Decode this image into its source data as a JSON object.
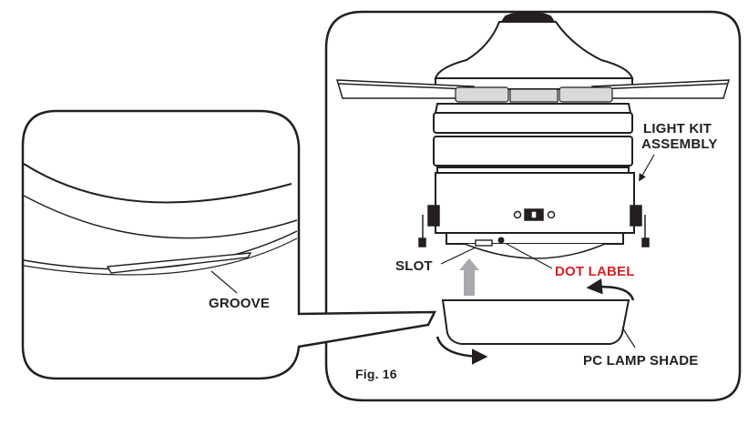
{
  "figure": {
    "caption": "Fig. 16",
    "labels": {
      "light_kit_line1": "LIGHT KIT",
      "light_kit_line2": "ASSEMBLY",
      "slot": "SLOT",
      "dot_label": "DOT LABEL",
      "pc_lamp_shade": "PC LAMP SHADE",
      "groove": "GROOVE"
    }
  },
  "colors": {
    "ink": "#231f20",
    "dot_label_text": "#d2232a",
    "up_arrow": "#a7a9ac",
    "panel_stroke": "#231f20"
  }
}
